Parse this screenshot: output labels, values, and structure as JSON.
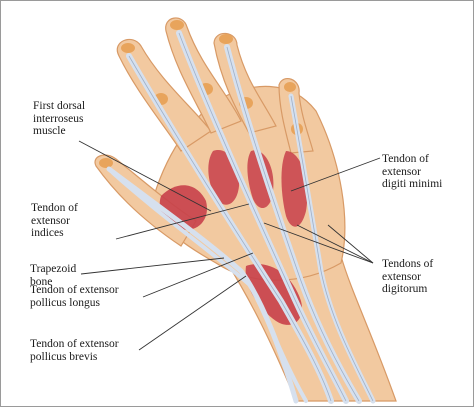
{
  "labels": {
    "first_dorsal": [
      "First dorsal",
      "interroseus",
      "muscle"
    ],
    "ext_indices": [
      "Tendon of",
      "extensor",
      "indices"
    ],
    "trapezoid": [
      "Trapezoid",
      "bone"
    ],
    "epl": [
      "Tendon of extensor",
      "pollicus longus"
    ],
    "epb": [
      "Tendon of extensor",
      "pollicus brevis"
    ],
    "edm": [
      "Tendon of",
      "extensor",
      "digiti minimi"
    ],
    "ed": [
      "Tendons of",
      "extensor",
      "digitorum"
    ]
  },
  "colors": {
    "skin": "#f2c9a0",
    "skin_shadow": "#dea576",
    "muscle": "#c8404a",
    "tendon": "#d6e0ee",
    "bone": "#e8a45c",
    "text": "#1a1a1a",
    "leader": "#333333"
  }
}
